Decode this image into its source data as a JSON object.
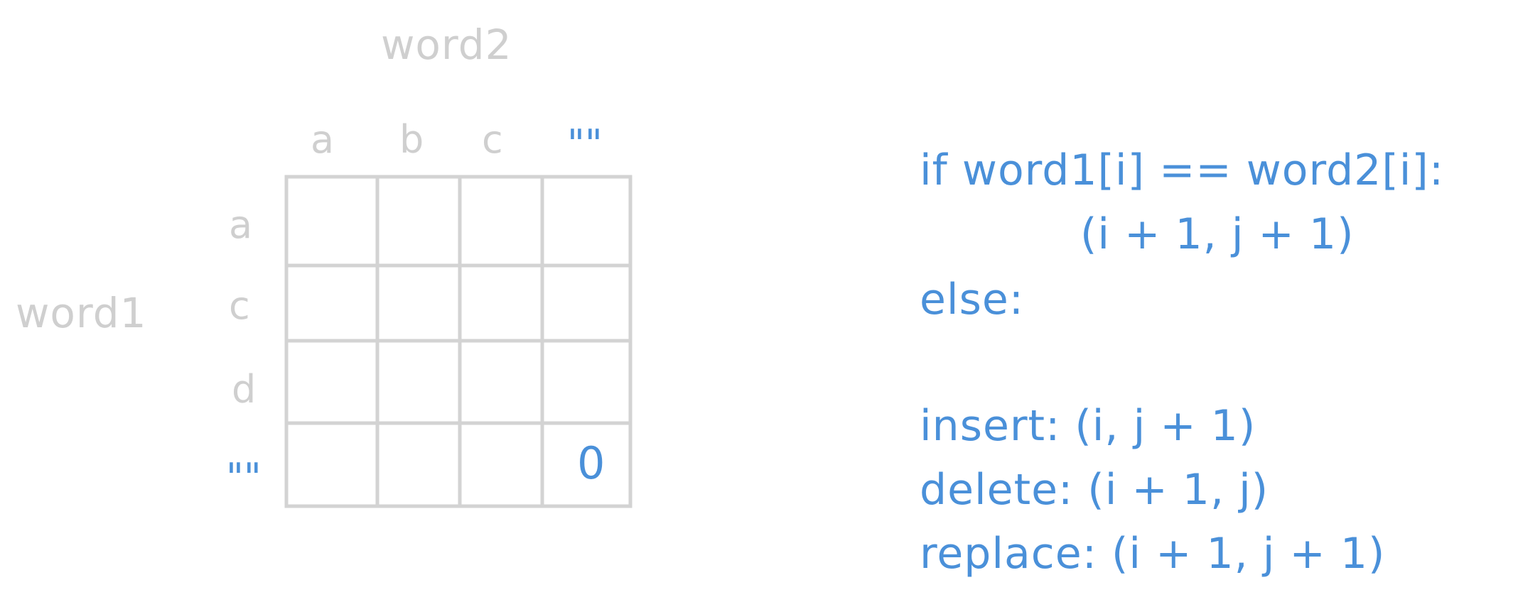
{
  "labels": {
    "word2": "word2",
    "word1": "word1"
  },
  "columns": [
    "a",
    "b",
    "c",
    "\"\""
  ],
  "rows": [
    "a",
    "c",
    "d",
    "\"\""
  ],
  "cell_value": "0",
  "code": {
    "line1": "if word1[i] == word2[i]:",
    "line2": "(i + 1, j + 1)",
    "line3": "else:",
    "line4": "insert: (i, j + 1)",
    "line5": "delete: (i + 1, j)",
    "line6": "replace: (i + 1, j + 1)"
  },
  "colors": {
    "gray": "#cfcfcf",
    "blue": "#4a90d9",
    "grid": "#d3d3d3"
  }
}
